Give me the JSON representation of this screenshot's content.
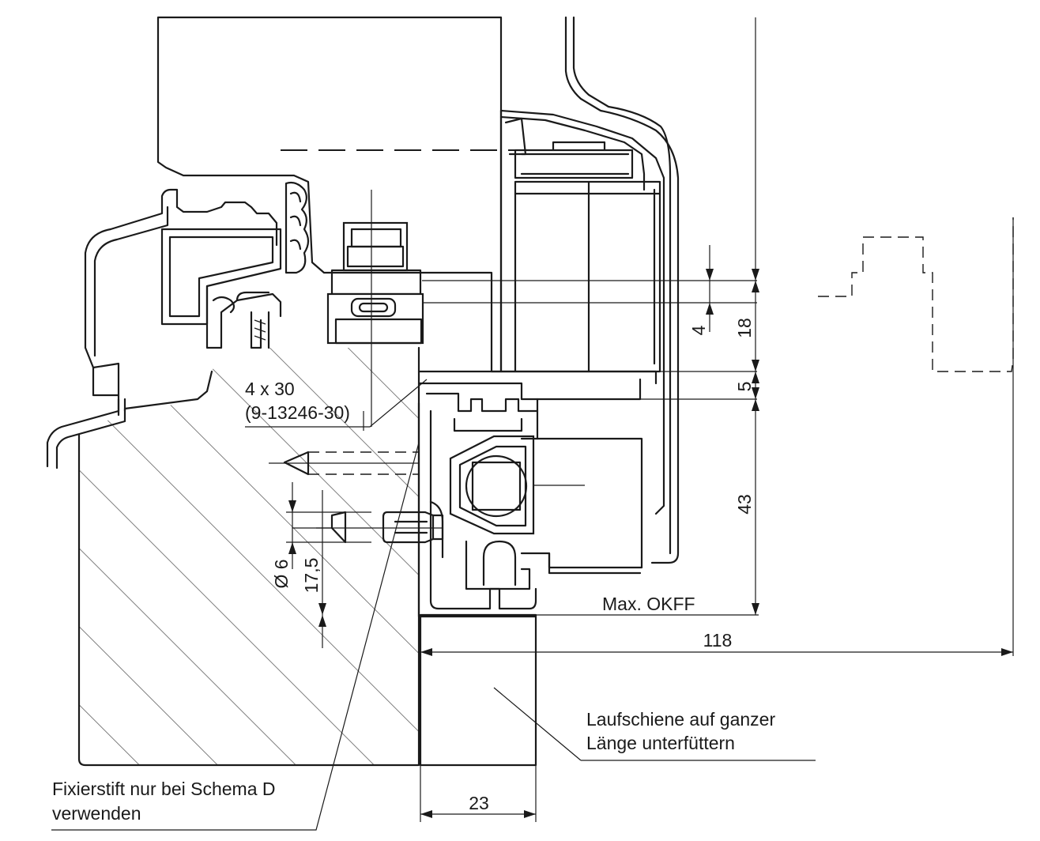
{
  "labels": {
    "screw": "4 x 30",
    "screw_part": "(9-13246-30)",
    "floor_level": "Max. OKFF",
    "rail_note_line1": "Laufschiene auf ganzer",
    "rail_note_line2": "Länge unterfüttern",
    "pin_note_line1": "Fixierstift nur bei Schema D",
    "pin_note_line2": "verwenden"
  },
  "dimensions": {
    "d4": "4",
    "d18": "18",
    "d5": "5",
    "d43": "43",
    "d118": "118",
    "d23": "23",
    "diameter": "Ø 6",
    "d17_5": "17,5"
  },
  "colors": {
    "line": "#1a1a1a",
    "background": "#ffffff"
  }
}
